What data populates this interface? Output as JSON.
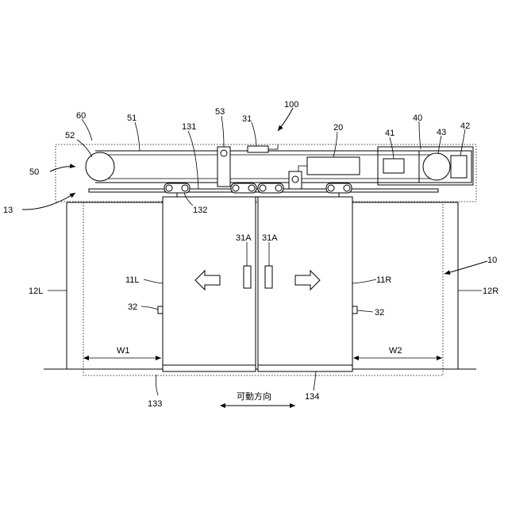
{
  "labels": {
    "l100": "100",
    "l60": "60",
    "l51": "51",
    "l53": "53",
    "l31": "31",
    "l20": "20",
    "l41": "41",
    "l40": "40",
    "l43": "43",
    "l42": "42",
    "l52": "52",
    "l131": "131",
    "l50": "50",
    "l13": "13",
    "l132": "132",
    "l31A_left": "31A",
    "l31A_right": "31A",
    "l10": "10",
    "l11L": "11L",
    "l11R": "11R",
    "l12L": "12L",
    "l12R": "12R",
    "l32_left": "32",
    "l32_right": "32",
    "lW1": "W1",
    "lW2": "W2",
    "l133": "133",
    "l134": "134",
    "caption": "可動方向"
  }
}
